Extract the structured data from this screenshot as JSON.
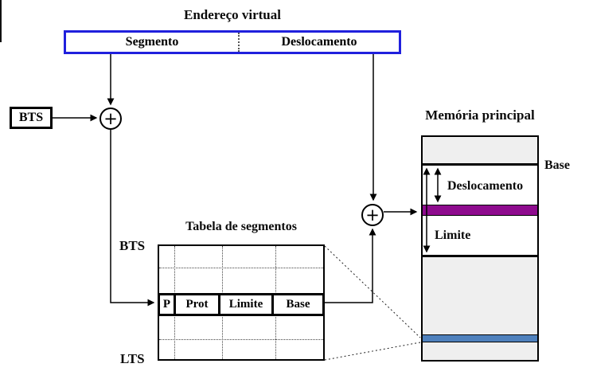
{
  "virtual_address": {
    "title": "Endereço virtual",
    "segment_label": "Segmento",
    "offset_label": "Deslocamento"
  },
  "bts_register": {
    "label": "BTS"
  },
  "adder_symbol": "+",
  "segment_table": {
    "title": "Tabela de segmentos",
    "top_label": "BTS",
    "bottom_label": "LTS",
    "entry_fields": [
      "P",
      "Prot",
      "Limite",
      "Base"
    ]
  },
  "memory": {
    "title": "Memória principal",
    "base_label": "Base",
    "offset_label": "Deslocamento",
    "limit_label": "Limite"
  },
  "colors": {
    "address_box_border": "#2020dd",
    "segment_bar": "#8e0b8e",
    "table_bar": "#4f81bd",
    "memory_region": "#efefef"
  }
}
